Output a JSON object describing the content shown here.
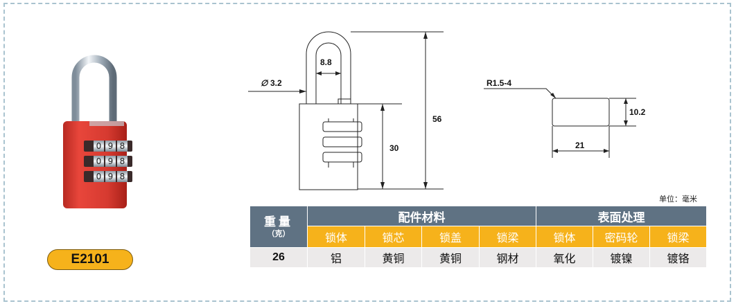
{
  "product": {
    "code": "E2101"
  },
  "lock_dials": [
    {
      "digits": [
        "0",
        "9",
        "8"
      ]
    },
    {
      "digits": [
        "0",
        "9",
        "8"
      ]
    },
    {
      "digits": [
        "0",
        "9",
        "8"
      ]
    }
  ],
  "drawing": {
    "dims": {
      "diameter": "3.2",
      "shackle_width": "8.8",
      "total_height": "56",
      "body_height": "30",
      "radius": "R1.5-4",
      "section_height": "10.2",
      "section_width": "21"
    },
    "unit_note": "单位：毫米"
  },
  "table": {
    "weight_header": "重量",
    "weight_unit": "（克）",
    "parts_header": "配件材料",
    "surface_header": "表面处理",
    "parts_cols": [
      "锁体",
      "锁芯",
      "锁盖",
      "锁梁"
    ],
    "surface_cols": [
      "锁体",
      "密码轮",
      "锁梁"
    ],
    "weight": "26",
    "parts_values": [
      "铝",
      "黄铜",
      "黄铜",
      "钢材"
    ],
    "surface_values": [
      "氧化",
      "镀镍",
      "镀铬"
    ]
  },
  "colors": {
    "accent": "#f6b21b",
    "header": "#5f7283",
    "lock_body": "#d63a30"
  }
}
